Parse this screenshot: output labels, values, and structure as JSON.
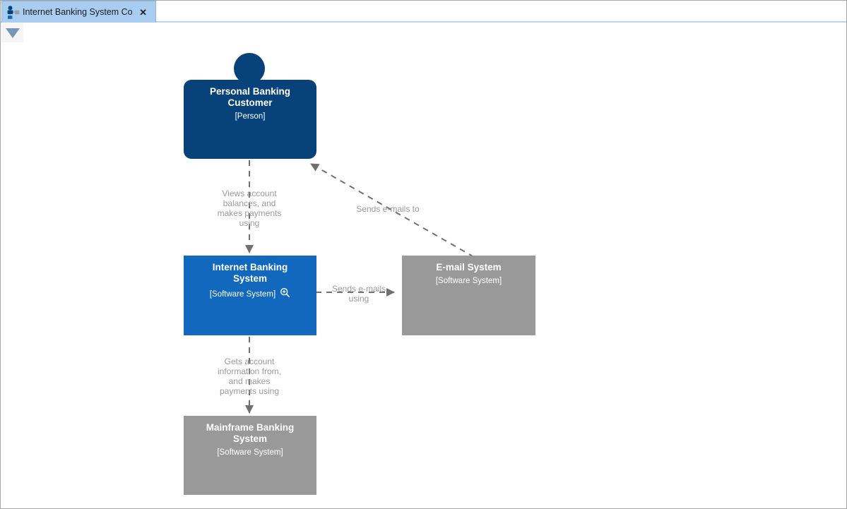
{
  "tab_bar": {
    "tab_title": "Internet Banking System Co...",
    "close_glyph": "✕"
  },
  "toolbar": {
    "collapse_icon_name": "triangle-down"
  },
  "diagram": {
    "elements": {
      "customer": {
        "title": "Personal Banking\nCustomer",
        "subtitle": "[Person]",
        "type": "Person",
        "color": "#08427b"
      },
      "internet_banking_system": {
        "title": "Internet Banking\nSystem",
        "subtitle": "[Software System]",
        "type": "Software System",
        "color": "#1168bd",
        "zoom_icon_name": "zoom-in-magnifier"
      },
      "email_system": {
        "title": "E-mail System",
        "subtitle": "[Software System]",
        "type": "Software System",
        "color": "#999999"
      },
      "mainframe_banking_system": {
        "title": "Mainframe Banking\nSystem",
        "subtitle": "[Software System]",
        "type": "Software System",
        "color": "#999999"
      }
    },
    "relationships": {
      "customer_to_internet_banking": {
        "label": "Views account\nbalances, and\nmakes payments\nusing"
      },
      "email_to_customer": {
        "label": "Sends e-mails to"
      },
      "internet_banking_to_email": {
        "label": "Sends e-mails\nusing"
      },
      "internet_banking_to_mainframe": {
        "label": "Gets account\ninformation from,\nand makes\npayments using"
      }
    },
    "styles": {
      "relationship_line_color": "#707070",
      "relationship_label_color": "#9a9a9a",
      "person_color": "#08427b",
      "internal_system_color": "#1168bd",
      "external_system_color": "#999999",
      "tab_background_color": "#a9cdf0"
    }
  }
}
